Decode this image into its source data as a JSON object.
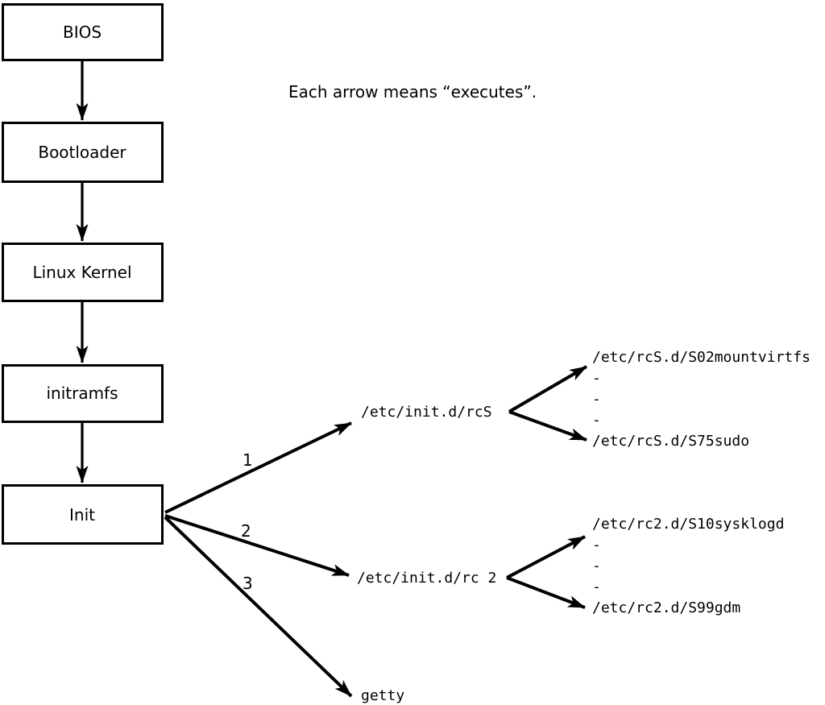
{
  "note": "Each arrow means “executes”.",
  "boxes": [
    {
      "label": "BIOS"
    },
    {
      "label": "Bootloader"
    },
    {
      "label": "Linux Kernel"
    },
    {
      "label": "initramfs"
    },
    {
      "label": "Init"
    }
  ],
  "edge_labels": {
    "one": "1",
    "two": "2",
    "three": "3"
  },
  "targets": {
    "rcs_script": "/etc/init.d/rcS",
    "rcs_first": "/etc/rcS.d/S02mountvirtfs",
    "rcs_last": "/etc/rcS.d/S75sudo",
    "rc2_script": "/etc/init.d/rc 2",
    "rc2_first": "/etc/rc2.d/S10sysklogd",
    "rc2_last": "/etc/rc2.d/S99gdm",
    "getty": "getty",
    "dash": "-"
  },
  "colors": {
    "line": "#000000",
    "background": "#ffffff"
  }
}
